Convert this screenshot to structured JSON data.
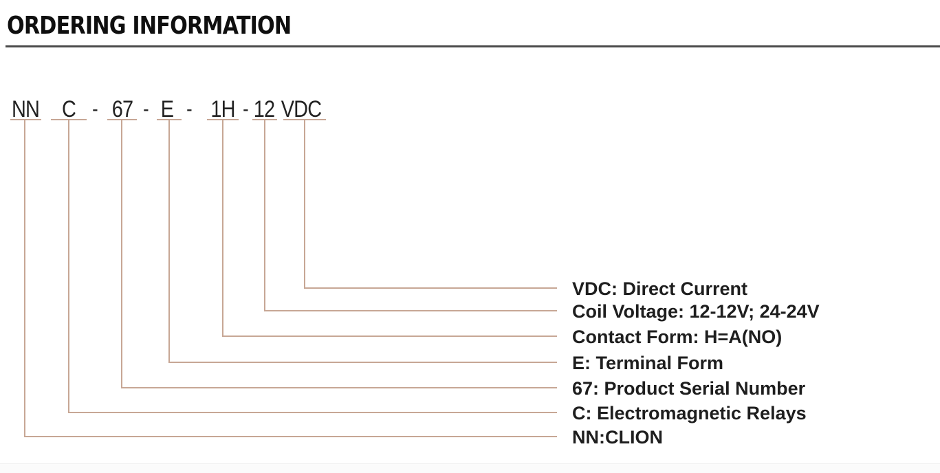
{
  "header": {
    "title": "ORDERING INFORMATION"
  },
  "part_number": {
    "full": "NN C - 67 - E - 1H - 12 VDC",
    "tokens": [
      {
        "text": "NN",
        "type": "code"
      },
      {
        "text": "C",
        "type": "code"
      },
      {
        "text": "-",
        "type": "separator"
      },
      {
        "text": "67",
        "type": "code"
      },
      {
        "text": "-",
        "type": "separator"
      },
      {
        "text": "E",
        "type": "code"
      },
      {
        "text": "-",
        "type": "separator"
      },
      {
        "text": "1H",
        "type": "code"
      },
      {
        "text": "-",
        "type": "separator"
      },
      {
        "text": "12",
        "type": "code"
      },
      {
        "text": "VDC",
        "type": "code"
      }
    ]
  },
  "legend": [
    {
      "code": "VDC",
      "label": "VDC: Direct Current"
    },
    {
      "code": "12",
      "label": "Coil Voltage: 12-12V; 24-24V"
    },
    {
      "code": "1H",
      "label": "Contact Form: H=A(NO)"
    },
    {
      "code": "E",
      "label": "E: Terminal Form"
    },
    {
      "code": "67",
      "label": "67: Product Serial Number"
    },
    {
      "code": "C",
      "label": "C: Electromagnetic Relays"
    },
    {
      "code": "NN",
      "label": "NN:CLION"
    }
  ],
  "colors": {
    "connector_line": "#c7a795",
    "divider_rule": "#4a4a4a",
    "text": "#1e1e1e",
    "title": "#0f0f0f",
    "background": "#ffffff"
  }
}
